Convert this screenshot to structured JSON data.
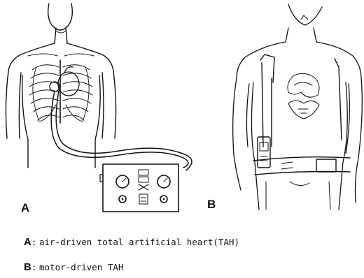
{
  "panels": {
    "a_label": "A",
    "b_label": "B"
  },
  "legend": [
    {
      "key": "A",
      "separator": ":",
      "text": "air-driven total artificial heart(TAH)"
    },
    {
      "key": "B",
      "separator": ":",
      "text": "motor-driven TAH"
    }
  ],
  "colors": {
    "ink": "#111111",
    "background": "#ffffff"
  }
}
